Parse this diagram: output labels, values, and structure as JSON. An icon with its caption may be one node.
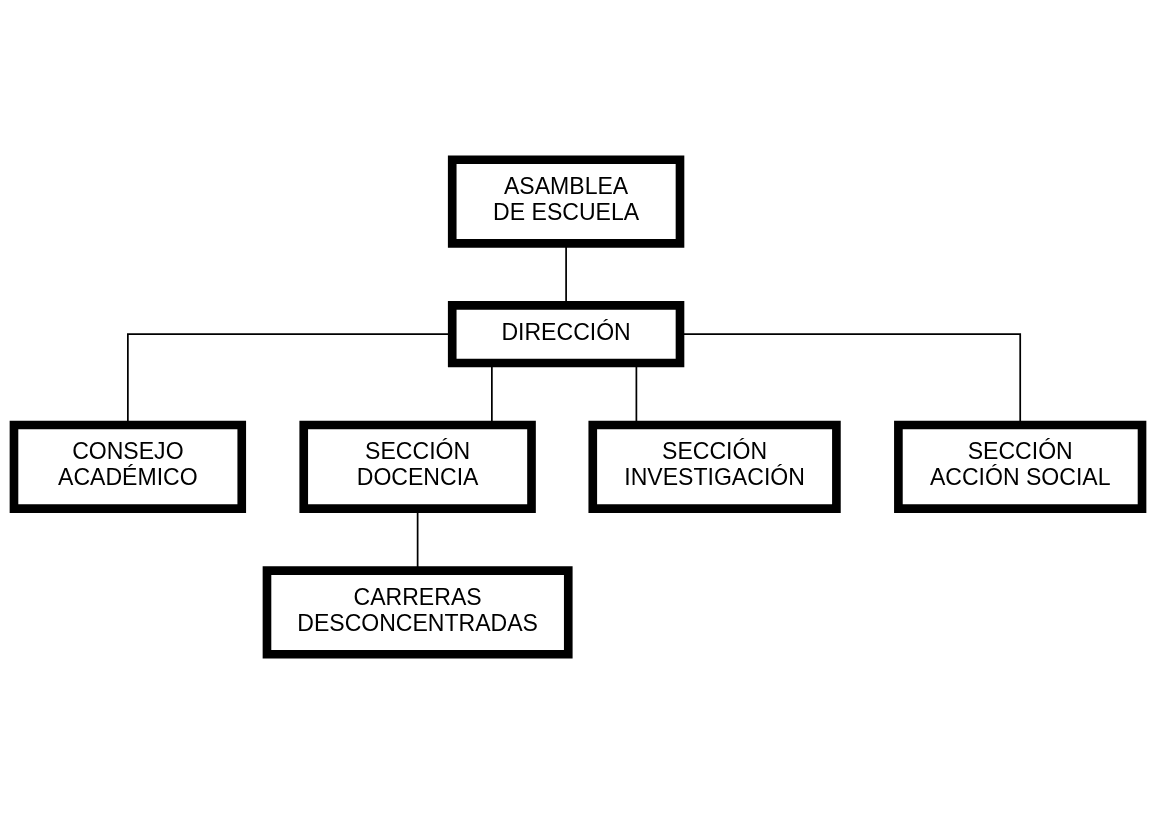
{
  "diagram": {
    "nodes": [
      {
        "text": [
          "ASAMBLEA DE ESCUELA"
        ]
      },
      {
        "text": [
          "DIRECCIÓN"
        ]
      },
      {
        "text": [
          "CONSEJO ACADÉMICO"
        ]
      },
      {
        "text": [
          "SECCIÓN DOCENCIA"
        ]
      },
      {
        "text": [
          "SECCIÓN INVESTIGACIÓN"
        ]
      },
      {
        "text": [
          "SECCIÓN ACCIÓN SOCIAL"
        ]
      },
      {
        "text": [
          "CARRERAS DESCONCENTRADAS"
        ]
      }
    ],
    "edges": [
      {
        "from": 0,
        "to": 1,
        "arrow": "none"
      },
      {
        "from": 1,
        "to": 2,
        "arrow": "none"
      },
      {
        "from": 1,
        "to": 3,
        "arrow": "none"
      },
      {
        "from": 1,
        "to": 4,
        "arrow": "none"
      },
      {
        "from": 1,
        "to": 5,
        "arrow": "none"
      },
      {
        "from": 3,
        "to": 6,
        "arrow": "none"
      }
    ]
  }
}
